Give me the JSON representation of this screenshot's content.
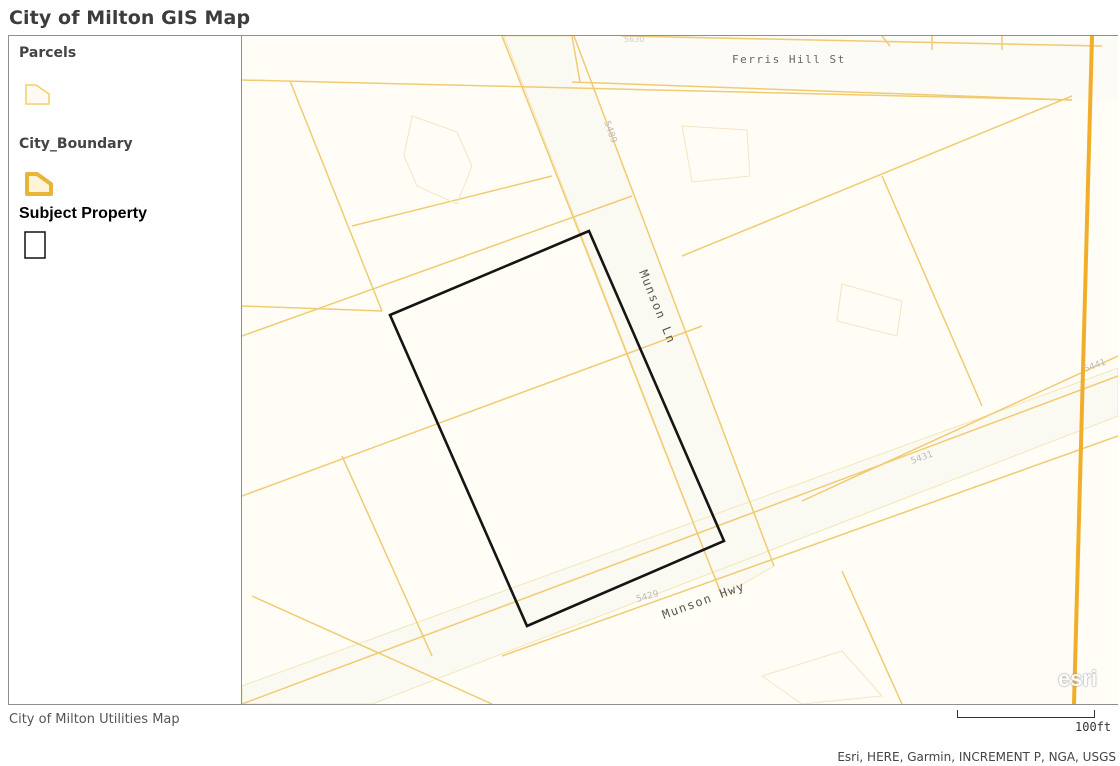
{
  "header": {
    "title": "City of Milton GIS Map"
  },
  "legend": {
    "items": [
      {
        "label": "Parcels",
        "icon": "parcel-polygon-icon",
        "color": "#f2cf6a"
      },
      {
        "label": "City_Boundary",
        "icon": "city-boundary-polygon-icon",
        "color": "#e7b53a"
      },
      {
        "label": "Subject Property",
        "icon": "subject-property-square-icon",
        "color": "#111111"
      }
    ]
  },
  "map": {
    "roads": {
      "ferris_hill": "Ferris Hill St",
      "munson_ln": "Munson Ln",
      "munson_hwy": "Munson Hwy"
    },
    "addresses": [
      "5489",
      "5431",
      "5429",
      "5441",
      "5630"
    ],
    "colors": {
      "parcel_line": "#f0cb72",
      "boundary_line": "#f0ae2c",
      "subject_outline": "#151515",
      "road_fill": "#fbfaf2"
    },
    "logo": "esri"
  },
  "footer": {
    "left": "City of Milton Utilities Map",
    "scale": "100ft",
    "attribution": "Esri, HERE, Garmin, INCREMENT P, NGA, USGS"
  }
}
